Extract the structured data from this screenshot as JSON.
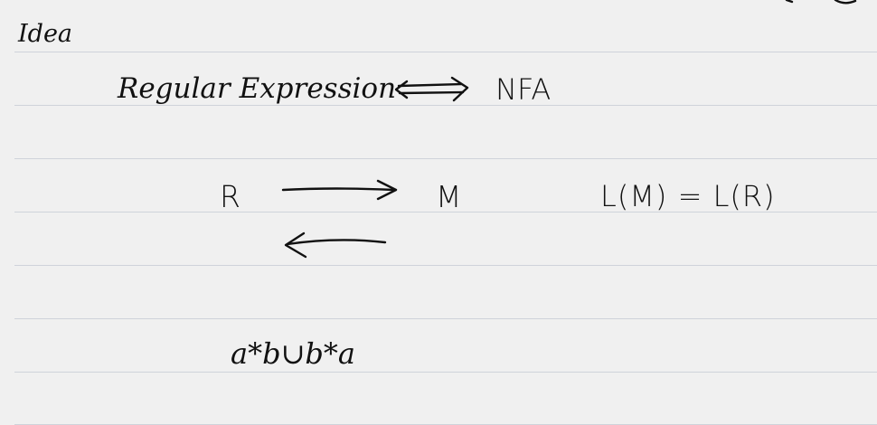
{
  "notes": {
    "heading": "Idea",
    "line1": {
      "left": "Regular Expression",
      "right": "NFA"
    },
    "line2": {
      "left": "R",
      "right": "M",
      "equation": "L(M) = L(R)"
    },
    "example": "a*b∪b*a"
  },
  "colors": {
    "paper": "#f0f0f0",
    "rule": "#cfd3da",
    "ink": "#111111"
  }
}
